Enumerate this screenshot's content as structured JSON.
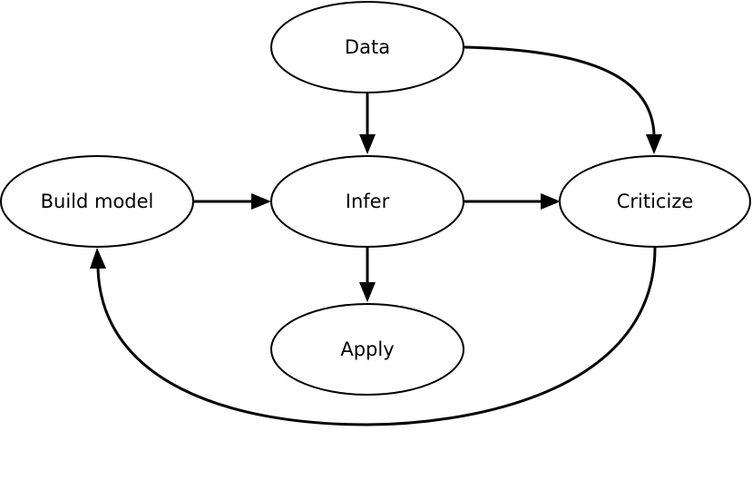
{
  "diagram": {
    "nodes": {
      "data": {
        "label": "Data"
      },
      "build_model": {
        "label": "Build model"
      },
      "infer": {
        "label": "Infer"
      },
      "criticize": {
        "label": "Criticize"
      },
      "apply": {
        "label": "Apply"
      }
    },
    "edges": [
      {
        "from": "Data",
        "to": "Infer"
      },
      {
        "from": "Data",
        "to": "Criticize"
      },
      {
        "from": "Build model",
        "to": "Infer"
      },
      {
        "from": "Infer",
        "to": "Criticize"
      },
      {
        "from": "Infer",
        "to": "Apply"
      },
      {
        "from": "Criticize",
        "to": "Build model"
      }
    ],
    "colors": {
      "stroke": "#000000",
      "fill": "#ffffff",
      "text": "#000000"
    }
  }
}
